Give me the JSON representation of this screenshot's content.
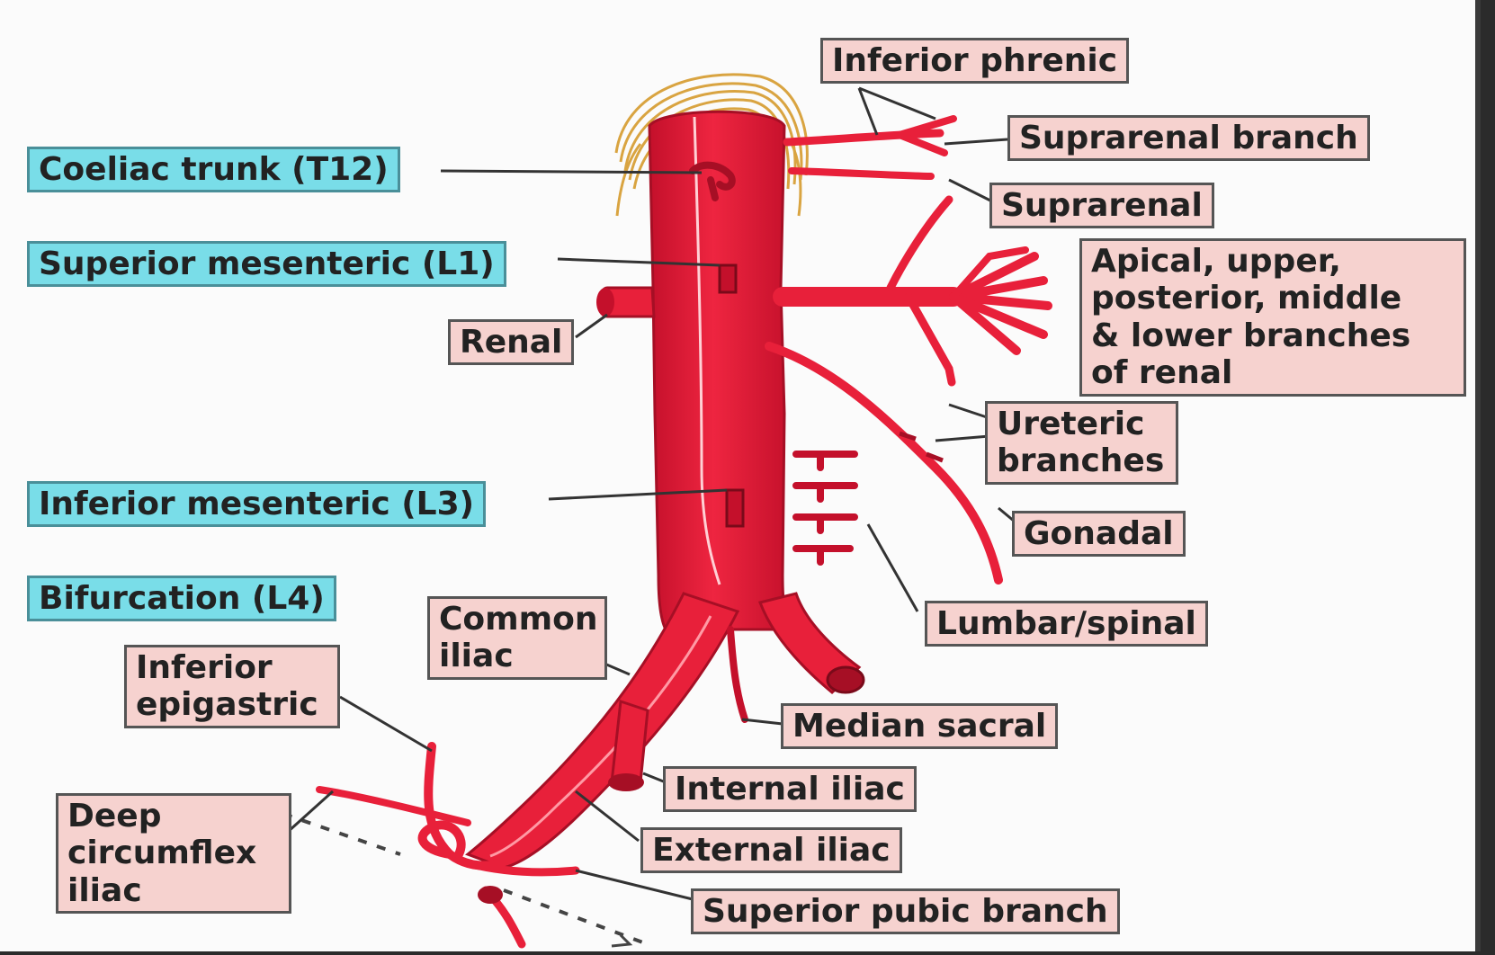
{
  "labels": {
    "coeliac": "Coeliac trunk (T12)",
    "superior_mesenteric": "Superior mesenteric (L1)",
    "renal": "Renal",
    "inferior_mesenteric": "Inferior mesenteric (L3)",
    "bifurcation": "Bifurcation (L4)",
    "common_iliac_1": "Common",
    "common_iliac_2": "iliac",
    "inferior_epigastric_1": "Inferior",
    "inferior_epigastric_2": "epigastric",
    "deep_circumflex_1": "Deep",
    "deep_circumflex_2": "circumflex",
    "deep_circumflex_3": "iliac",
    "inferior_phrenic": "Inferior phrenic",
    "suprarenal_branch": "Suprarenal branch",
    "suprarenal": "Suprarenal",
    "renal_branches_1": "Apical, upper,",
    "renal_branches_2": "posterior, middle",
    "renal_branches_3": "& lower branches",
    "renal_branches_4": "of renal",
    "ureteric_1": "Ureteric",
    "ureteric_2": "branches",
    "gonadal": "Gonadal",
    "lumbar": "Lumbar/spinal",
    "median_sacral": "Median sacral",
    "internal_iliac": "Internal iliac",
    "external_iliac": "External iliac",
    "superior_pubic": "Superior pubic branch"
  },
  "colors": {
    "artery": "#e8203a",
    "artery_dark": "#b0122a",
    "highlight": "#ff8a95",
    "diaphragm": "#d9a441",
    "label_pink": "#f6d2cf",
    "label_cyan": "#79dde8"
  }
}
